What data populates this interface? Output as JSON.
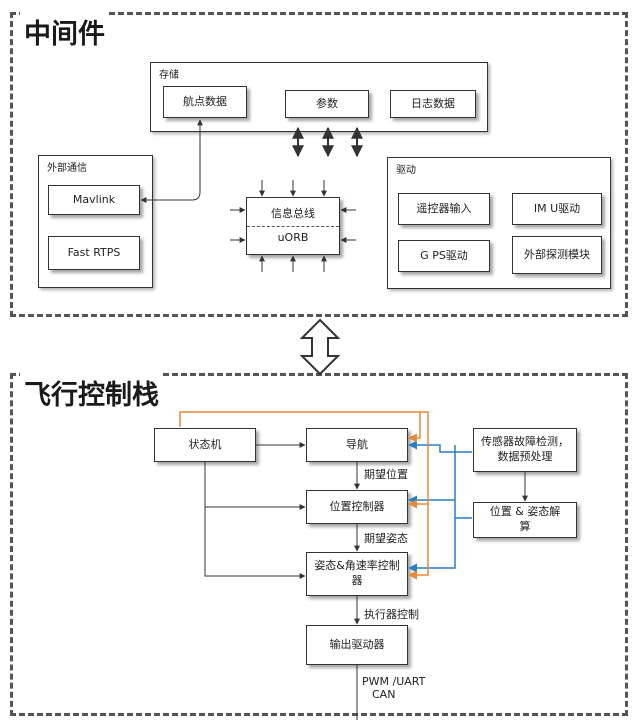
{
  "middleware": {
    "title": "中间件",
    "storage": {
      "label": "存储",
      "waypoints": "航点数据",
      "params": "参数",
      "log": "日志数据"
    },
    "external": {
      "label": "外部通信",
      "mavlink": "Mavlink",
      "fastrtps": "Fast RTPS"
    },
    "bus": {
      "line1": "信息总线",
      "line2": "uORB"
    },
    "drivers": {
      "label": "驱动",
      "rc_input": "遥控器输入",
      "imu": "IM U驱动",
      "gps": "G PS驱动",
      "ext_sensor": "外部探测模块"
    }
  },
  "flight_stack": {
    "title": "飞行控制栈",
    "state_machine": "状态机",
    "navigation": "导航",
    "position_controller": "位置控制器",
    "attitude_controller": "姿态&角速率控制器",
    "output_driver": "输出驱动器",
    "sensor_fault": "传感器故障检测，数据预处理",
    "pose_estimation": "位置 & 姿态解算",
    "expected_position": "期望位置",
    "expected_attitude": "期望姿态",
    "actuator_control": "执行器控制",
    "output_bus_1": "PWM /UART",
    "output_bus_2": "CAN"
  },
  "colors": {
    "orange": "#e8893a",
    "blue": "#2a7fc4",
    "dark": "#333333"
  }
}
